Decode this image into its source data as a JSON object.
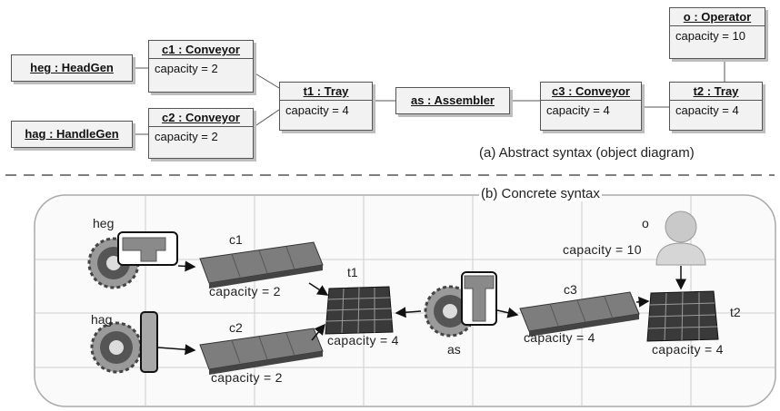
{
  "abstract": {
    "caption": "(a) Abstract syntax (object diagram)",
    "heg": "heg : HeadGen",
    "hag": "hag : HandleGen",
    "c1": {
      "name": "c1 : Conveyor",
      "attr": "capacity = 2"
    },
    "c2": {
      "name": "c2 : Conveyor",
      "attr": "capacity = 2"
    },
    "t1": {
      "name": "t1 : Tray",
      "attr": "capacity = 4"
    },
    "as": "as : Assembler",
    "c3": {
      "name": "c3 : Conveyor",
      "attr": "capacity = 4"
    },
    "t2": {
      "name": "t2 : Tray",
      "attr": "capacity = 4"
    },
    "o": {
      "name": "o : Operator",
      "attr": "capacity = 10"
    }
  },
  "concrete": {
    "caption": "(b) Concrete syntax",
    "heg": "heg",
    "hag": "hag",
    "c1": "c1",
    "c1_cap": "capacity = 2",
    "c2": "c2",
    "c2_cap": "capacity = 2",
    "t1": "t1",
    "t1_cap": "capacity = 4",
    "as": "as",
    "c3": "c3",
    "c3_cap": "capacity = 4",
    "t2": "t2",
    "t2_cap": "capacity = 4",
    "o": "o",
    "o_cap": "capacity = 10"
  }
}
